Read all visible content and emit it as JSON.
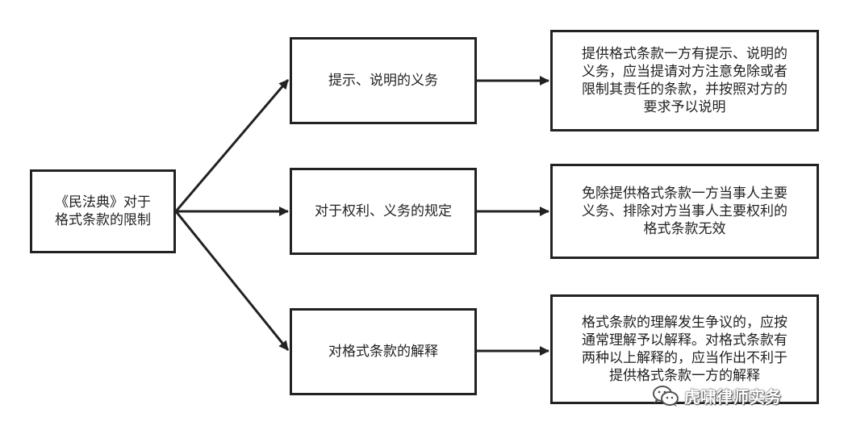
{
  "diagram": {
    "root": {
      "lines": [
        "《民法典》对于",
        "格式条款的限制"
      ]
    },
    "branches": [
      {
        "label": "提示、说明的义务",
        "detail": [
          "提供格式条款一方有提示、说明的",
          "义务，应当提请对方注意免除或者",
          "限制其责任的条款，并按照对方的",
          "要求予以说明"
        ]
      },
      {
        "label": "对于权利、义务的规定",
        "detail": [
          "免除提供格式条款一方当事人主要",
          "义务、排除对方当事人主要权利的",
          "格式条款无效"
        ]
      },
      {
        "label": "对格式条款的解释",
        "detail": [
          "格式条款的理解发生争议的，应按",
          "通常理解予以解释。对格式条款有",
          "两种以上解释的，应当作出不利于",
          "提供格式条款一方的解释"
        ]
      }
    ]
  },
  "watermark": {
    "text": "虎啸律师实务",
    "icon": "wechat-icon"
  },
  "colors": {
    "line": "#222222",
    "background": "#ffffff"
  }
}
